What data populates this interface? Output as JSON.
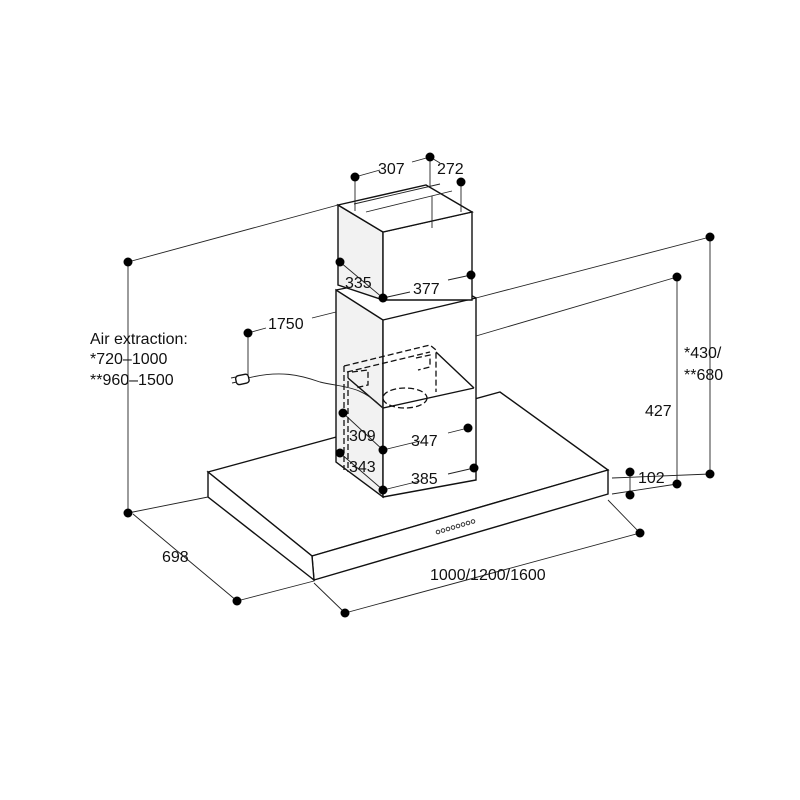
{
  "diagram": {
    "air_extraction": {
      "title": "Air extraction:",
      "line1": "*720–1000",
      "line2": "**960–1500"
    },
    "dimensions": {
      "top_width": "307",
      "top_depth": "272",
      "upper_depth": "335",
      "upper_width": "377",
      "total_height": "1750",
      "inner_depth": "309",
      "inner_width": "347",
      "lower_depth": "343",
      "lower_width": "385",
      "chimney_height": "427",
      "height_options_1": "*430/",
      "height_options_2": "**680",
      "canopy_height": "102",
      "canopy_depth": "698",
      "canopy_width": "1000/1200/1600"
    }
  }
}
